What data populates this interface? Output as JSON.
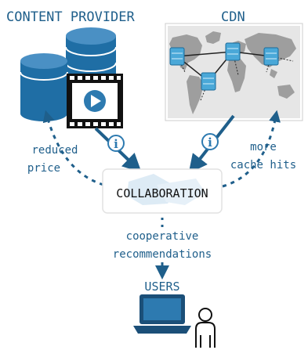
{
  "titles": {
    "provider": "CONTENT PROVIDER",
    "cdn": "CDN",
    "users": "USERS"
  },
  "labels": {
    "reduced_price": [
      "reduced",
      "price"
    ],
    "more_cache_hits": [
      "more",
      "cache hits"
    ],
    "collaboration": "COLLABORATION",
    "recommendations": [
      "cooperative",
      "recommendations"
    ]
  },
  "colors": {
    "accent": "#1f5f8b",
    "dark_blue": "#1b4f78",
    "server": "#4aa8d8",
    "map_land": "#9e9e9e",
    "map_bg": "#e6e6e6"
  },
  "icons": [
    "database-icon",
    "film-play-icon",
    "world-map-icon",
    "server-node-icon",
    "info-icon",
    "handshake-icon",
    "laptop-icon",
    "person-icon"
  ]
}
